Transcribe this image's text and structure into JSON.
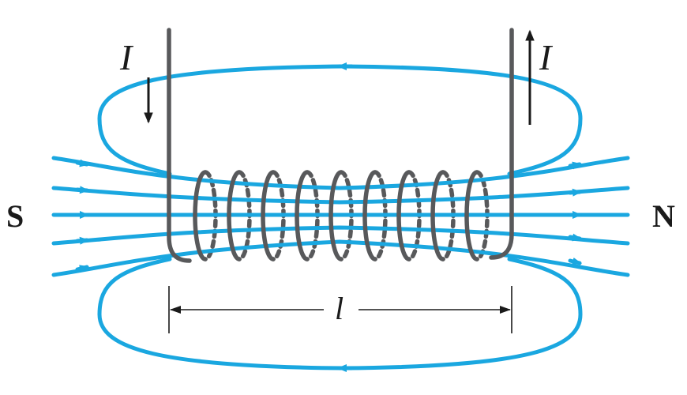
{
  "labels": {
    "south_pole": "S",
    "north_pole": "N",
    "current_left": "I",
    "current_right": "I",
    "length": "l"
  },
  "colors": {
    "field": "#1aa7e0",
    "wire": "#58595b",
    "text": "#1a1a1a"
  }
}
